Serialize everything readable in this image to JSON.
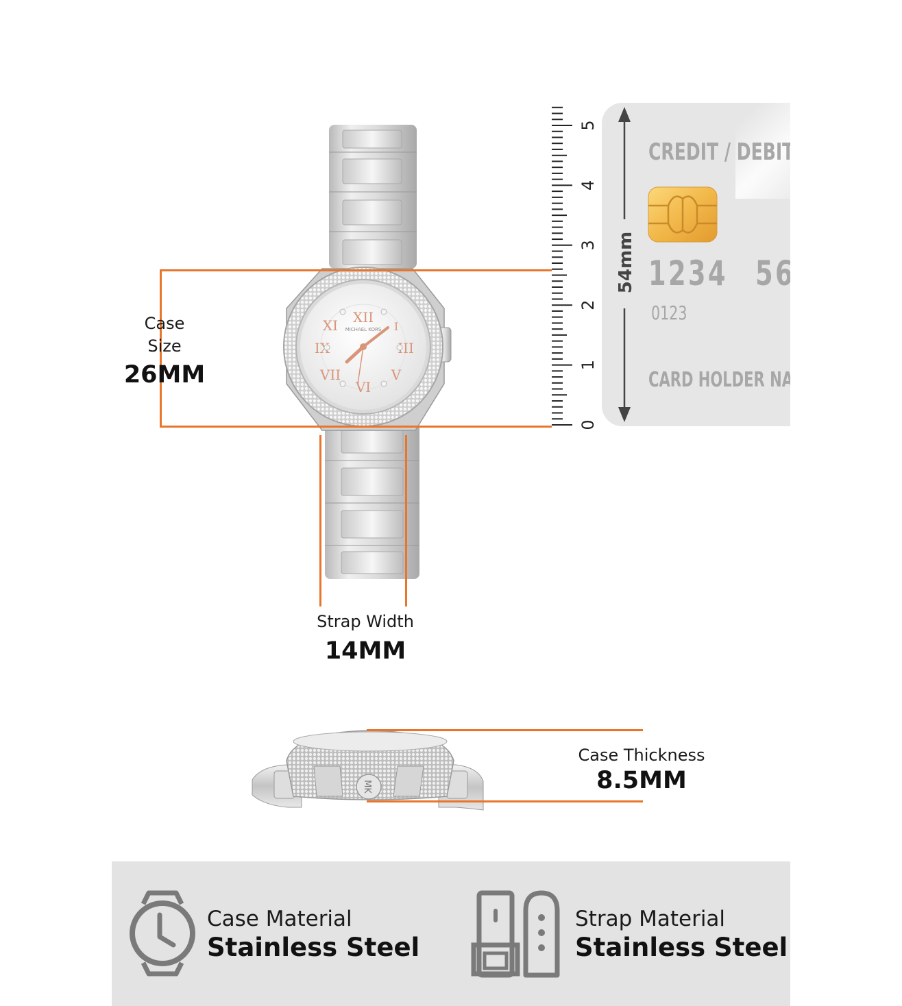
{
  "colors": {
    "accent_orange": "#e8752a",
    "metal_silver": "#d2d2d2",
    "card_grey": "#e6e6e6",
    "card_text": "#a7a7a7",
    "chip_gold": "#f2b84a",
    "rose_gold": "#d9957a",
    "panel_grey": "#e3e3e3"
  },
  "case_size": {
    "label": "Case\nSize",
    "value": "26MM"
  },
  "strap_width": {
    "label": "Strap Width",
    "value": "14MM"
  },
  "case_thickness": {
    "label": "Case Thickness",
    "value": "8.5MM"
  },
  "watch_brand": "MICHAEL KORS",
  "ruler": {
    "ticks": [
      "0",
      "1",
      "2",
      "3",
      "4",
      "5"
    ]
  },
  "card": {
    "title": "CREDIT / DEBIT C",
    "number_group_1": "1234",
    "number_group_2": "56",
    "small_number": "0123",
    "holder": "CARD HOLDER NAME",
    "height_label": "54mm"
  },
  "materials": {
    "case": {
      "icon": "watch-case-icon",
      "title": "Case Material",
      "value": "Stainless Steel"
    },
    "strap": {
      "icon": "strap-icon",
      "title": "Strap Material",
      "value": "Stainless Steel"
    }
  }
}
